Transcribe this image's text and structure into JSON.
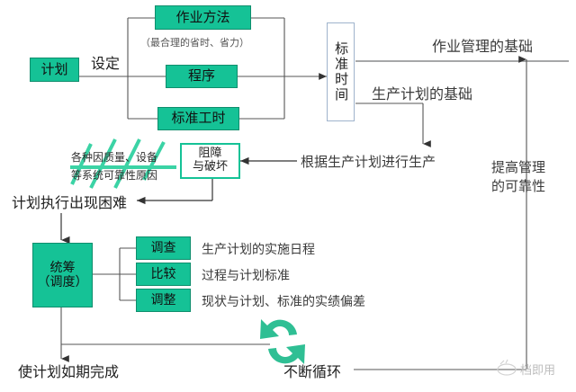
{
  "diagram": {
    "title_nodes": {
      "plan": "计划",
      "set_label": "设定",
      "work_method": "作业方法",
      "work_method_note": "（最合理的省时、省力）",
      "procedure": "程序",
      "standard_hours": "标准工时",
      "standard_time": "标准时间"
    },
    "right_labels": {
      "ops_basis": "作业管理的基础",
      "production_plan_basis": "生产计划的基础",
      "improve_reliability_line1": "提高管理",
      "improve_reliability_line2": "的可靠性"
    },
    "middle": {
      "obstruct_line1": "阻障",
      "obstruct_line2": "与破坏",
      "produce_by_plan": "根据生产计划进行生产",
      "fishbone_line1": "各种因质量、设备",
      "fishbone_line2": "等系统可靠性原因",
      "plan_difficulty": "计划执行出现困难"
    },
    "coordination": {
      "box_line1": "统筹",
      "box_line2": "（调度）",
      "items": [
        {
          "label": "调查",
          "desc": "生产计划的实施日程"
        },
        {
          "label": "比较",
          "desc": "过程与计划标准"
        },
        {
          "label": "调整",
          "desc": "现状与计划、标准的实绩偏差"
        }
      ]
    },
    "bottom": {
      "complete_on_time": "使计划如期完成",
      "continuous_cycle": "不断循环",
      "watermark": "档即用"
    },
    "colors": {
      "green_fill": "#15c296",
      "green_border": "#0f8e6d",
      "line": "#555555",
      "blue_border": "#9fb3cc",
      "text": "#2b2b2b"
    }
  }
}
